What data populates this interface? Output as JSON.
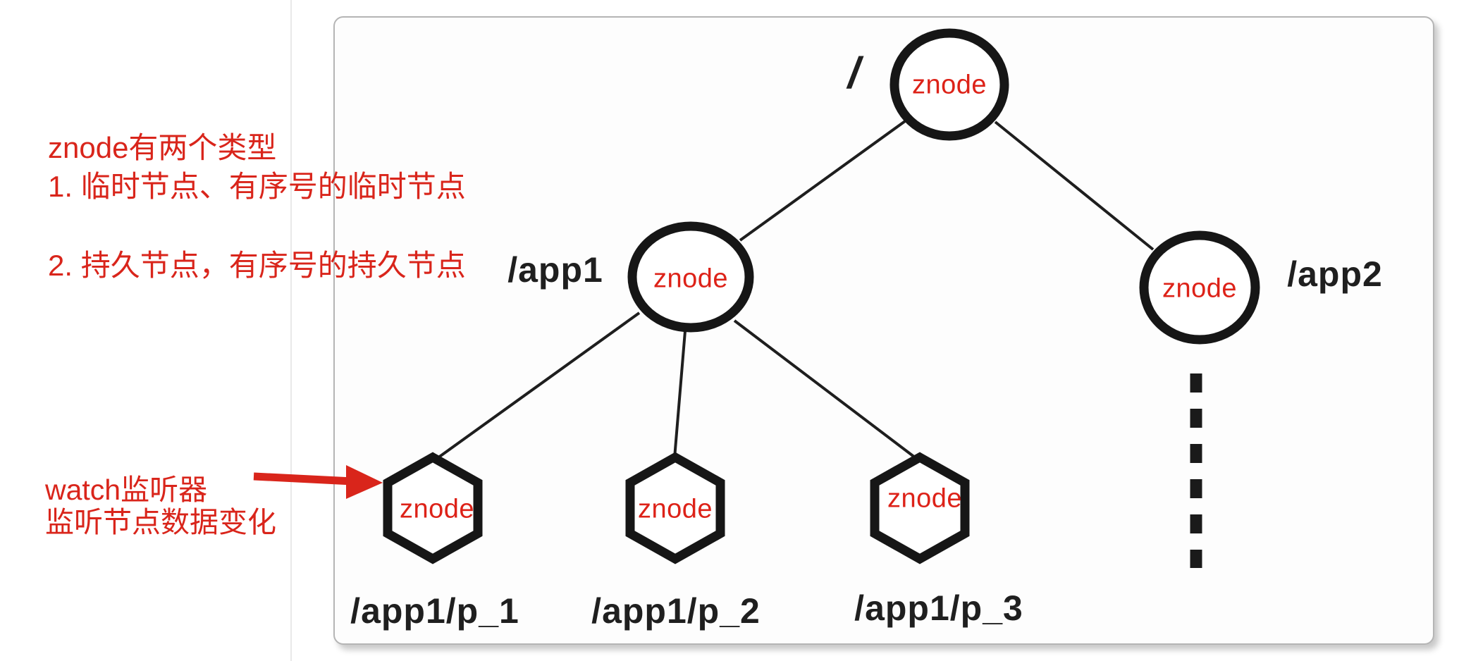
{
  "colors": {
    "annotation_red": "#d9251b",
    "node_text_red": "#dd2218",
    "ink": "#181818",
    "panel_background": "#fdfdfd",
    "panel_border": "#b5b5b5"
  },
  "notes": {
    "znode_types": {
      "line1": "znode有两个类型",
      "line2": "1. 临时节点、有序号的临时节点",
      "line3": "2. 持久节点，有序号的持久节点"
    },
    "watch": {
      "line1": "watch监听器",
      "line2": "监听节点数据变化"
    }
  },
  "tree": {
    "root": {
      "node_label": "znode",
      "path_label": "/"
    },
    "app1": {
      "node_label": "znode",
      "path_label": "/app1"
    },
    "app2": {
      "node_label": "znode",
      "path_label": "/app2"
    },
    "p1": {
      "node_label": "znode",
      "path_label": "/app1/p_1"
    },
    "p2": {
      "node_label": "znode",
      "path_label": "/app1/p_2"
    },
    "p3": {
      "node_label": "znode",
      "path_label": "/app1/p_3"
    }
  }
}
